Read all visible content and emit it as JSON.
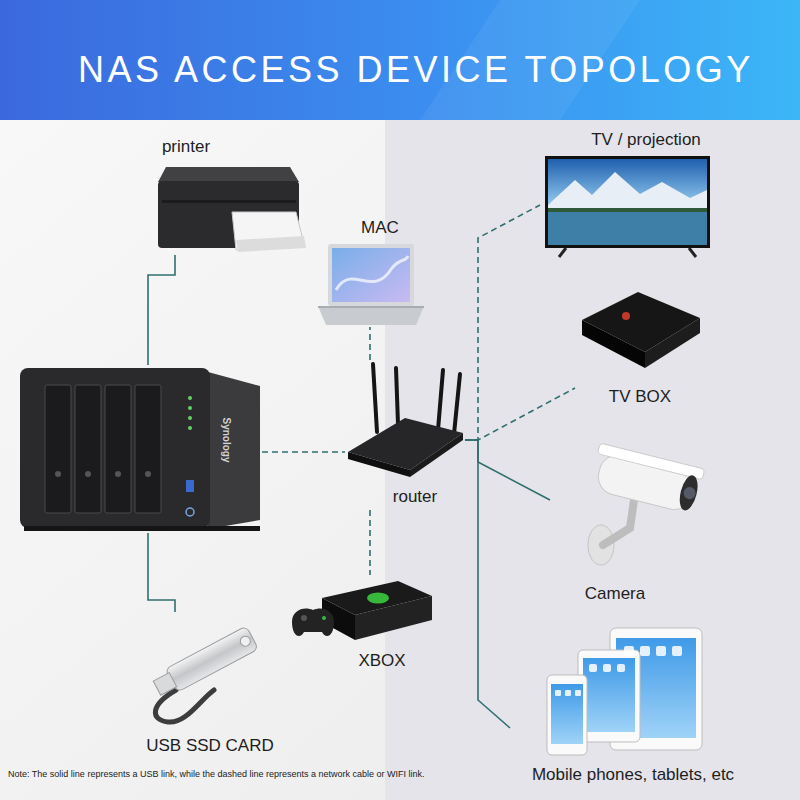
{
  "diagram": {
    "title": "NAS ACCESS DEVICE TOPOLOGY",
    "nodes": [
      {
        "text": [
          "printer"
        ]
      },
      {
        "text": [
          "MAC"
        ]
      },
      {
        "text": [
          "TV / projection"
        ]
      },
      {
        "text": [
          "TV BOX"
        ]
      },
      {
        "text": [
          "Synology"
        ]
      },
      {
        "text": [
          "router"
        ]
      },
      {
        "text": [
          "Camera"
        ]
      },
      {
        "text": [
          "XBOX"
        ]
      },
      {
        "text": [
          "USB SSD CARD"
        ]
      },
      {
        "text": [
          "Mobile phones, tablets, etc"
        ]
      }
    ],
    "edges": [
      {
        "from": 4,
        "to": 0,
        "arrow": "none"
      },
      {
        "from": 4,
        "to": 5,
        "arrow": "none"
      },
      {
        "from": 5,
        "to": 1,
        "arrow": "none"
      },
      {
        "from": 5,
        "to": 2,
        "arrow": "none"
      },
      {
        "from": 5,
        "to": 3,
        "arrow": "none"
      },
      {
        "from": 5,
        "to": 6,
        "arrow": "none"
      },
      {
        "from": 5,
        "to": 7,
        "arrow": "none"
      },
      {
        "from": 4,
        "to": 8,
        "arrow": "none"
      },
      {
        "from": 5,
        "to": 9,
        "arrow": "none"
      }
    ],
    "labels": [
      "Note: The solid line represents a USB link, while the dashed line represents a network cable or WIFI link."
    ]
  }
}
